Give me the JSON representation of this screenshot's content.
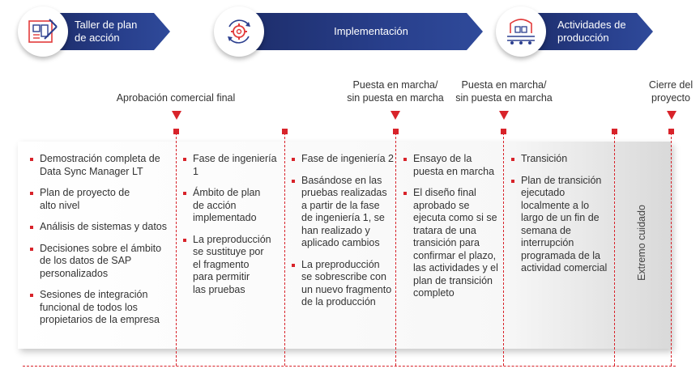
{
  "phases": [
    {
      "label": "Taller de plan\nde acción",
      "icon": "blueprint-icon"
    },
    {
      "label": "Implementación",
      "icon": "gear-cycle-icon"
    },
    {
      "label": "Actividades de\nproducción",
      "icon": "factory-conveyor-icon"
    }
  ],
  "milestones": [
    {
      "label": "Aprobación comercial final"
    },
    {
      "label": "Puesta en marcha/\nsin puesta en marcha"
    },
    {
      "label": "Puesta en marcha/\nsin puesta en marcha"
    },
    {
      "label": "Cierre del\nproyecto"
    }
  ],
  "columns": [
    {
      "items": [
        "Demostración completa de\nData Sync Manager LT",
        "Plan de proyecto de\nalto nivel",
        "Análisis de sistemas y datos",
        "Decisiones sobre el ámbito\nde los datos de SAP\npersonalizados",
        "Sesiones de integración\nfuncional de todos los\npropietarios de la empresa"
      ]
    },
    {
      "items": [
        "Fase de ingeniería 1",
        "Ámbito de plan\nde acción\nimplementado",
        "La preproducción\nse sustituye por\nel fragmento\npara permitir\nlas pruebas"
      ]
    },
    {
      "items": [
        "Fase de ingeniería 2",
        "Basándose en las\npruebas realizadas\na partir de la fase\nde ingeniería 1, se\nhan realizado y\naplicado cambios",
        "La preproducción\nse sobrescribe con\nun nuevo fragmento\nde la producción"
      ]
    },
    {
      "items": [
        "Ensayo de la\npuesta en marcha",
        "El diseño final\naprobado se\nejecuta como si se\ntratara de una\ntransición para\nconfirmar el plazo,\nlas actividades y el\nplan de transición\ncompleto"
      ]
    },
    {
      "items": [
        "Transición",
        "Plan de transición\nejecutado\nlocalmente a lo\nlargo de un fin de\nsemana de\ninterrupción\nprogramada de la\nactividad comercial"
      ]
    }
  ],
  "side_label": "Extremo cuidado",
  "colors": {
    "accent": "#d8232a",
    "banner": "#1d2d6a"
  }
}
